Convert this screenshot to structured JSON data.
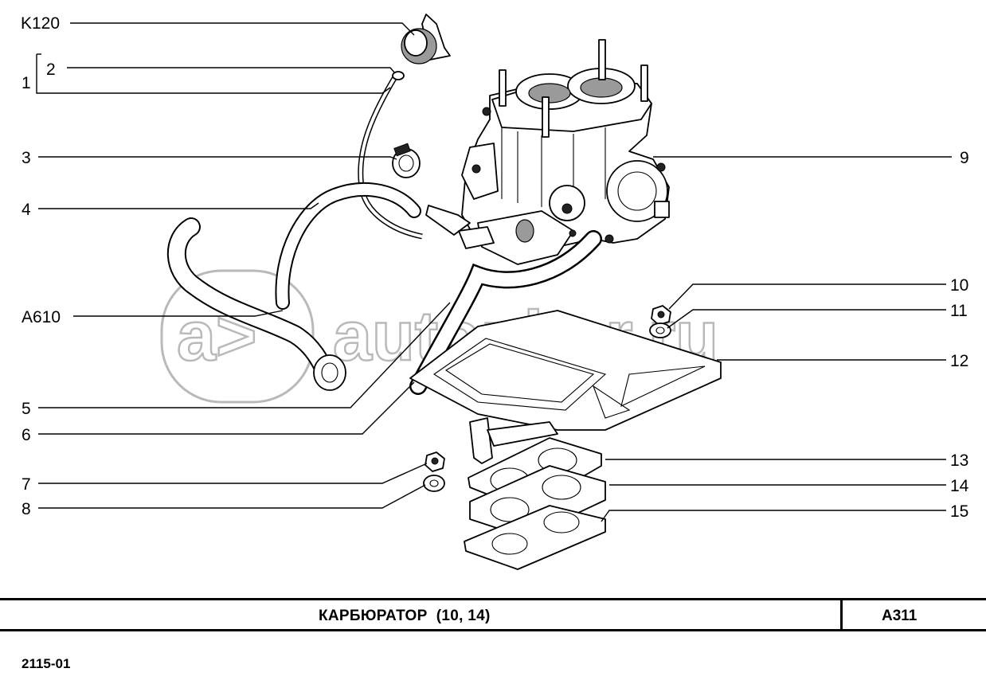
{
  "diagram": {
    "title": "КАРБЮРАТОР  (10, 14)",
    "code": "A311",
    "model": "2115-01",
    "watermark": "autopiter.ru",
    "watermark_logo": "a>",
    "callouts_left": [
      {
        "id": "k120",
        "label": "K120"
      },
      {
        "id": "1",
        "label": "1"
      },
      {
        "id": "2",
        "label": "2"
      },
      {
        "id": "3",
        "label": "3"
      },
      {
        "id": "4",
        "label": "4"
      },
      {
        "id": "a610",
        "label": "A610"
      },
      {
        "id": "5",
        "label": "5"
      },
      {
        "id": "6",
        "label": "6"
      },
      {
        "id": "7",
        "label": "7"
      },
      {
        "id": "8",
        "label": "8"
      }
    ],
    "callouts_right": [
      {
        "id": "9",
        "label": "9"
      },
      {
        "id": "10",
        "label": "10"
      },
      {
        "id": "11",
        "label": "11"
      },
      {
        "id": "12",
        "label": "12"
      },
      {
        "id": "13",
        "label": "13"
      },
      {
        "id": "14",
        "label": "14"
      },
      {
        "id": "15",
        "label": "15"
      }
    ]
  }
}
